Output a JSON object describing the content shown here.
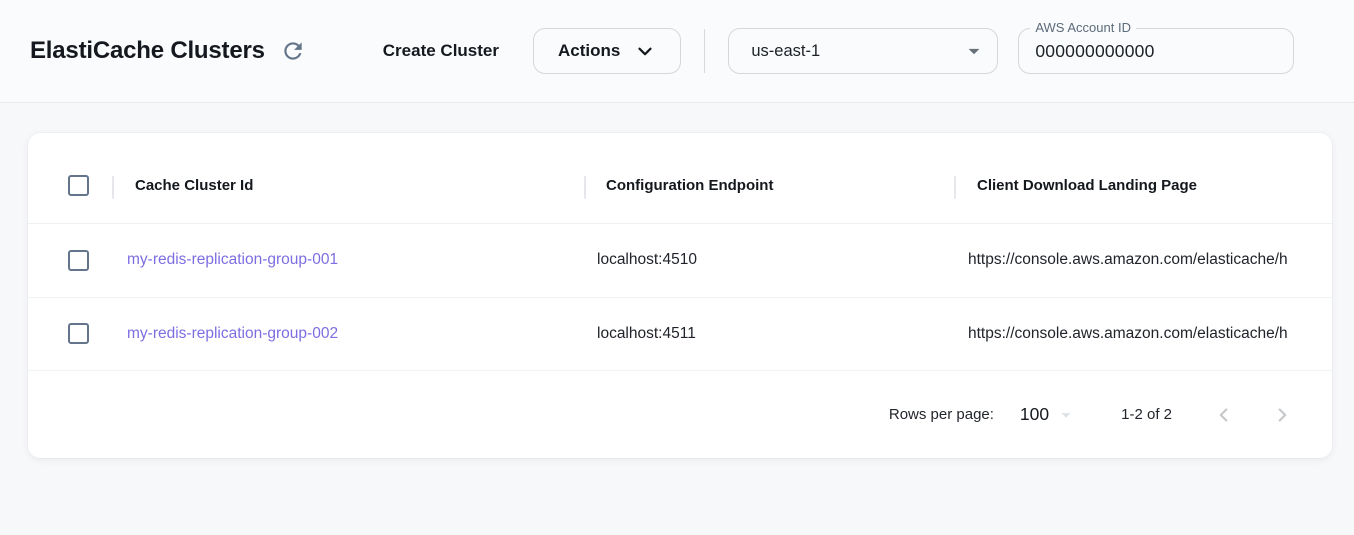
{
  "header": {
    "title": "ElastiCache Clusters",
    "create_cluster_label": "Create Cluster",
    "actions_label": "Actions",
    "region_selected": "us-east-1",
    "account_field": {
      "label": "AWS Account ID",
      "value": "000000000000"
    }
  },
  "table": {
    "columns": [
      "Cache Cluster Id",
      "Configuration Endpoint",
      "Client Download Landing Page"
    ],
    "rows": [
      {
        "cache_cluster_id": "my-redis-replication-group-001",
        "configuration_endpoint": "localhost:4510",
        "client_download_landing_page": "https://console.aws.amazon.com/elasticache/h"
      },
      {
        "cache_cluster_id": "my-redis-replication-group-002",
        "configuration_endpoint": "localhost:4511",
        "client_download_landing_page": "https://console.aws.amazon.com/elasticache/h"
      }
    ],
    "pagination": {
      "rows_per_page_label": "Rows per page:",
      "rows_per_page_value": "100",
      "range_label": "1-2 of 2"
    }
  },
  "colors": {
    "link": "#7c6ee1",
    "checkbox_border": "#64748b"
  }
}
